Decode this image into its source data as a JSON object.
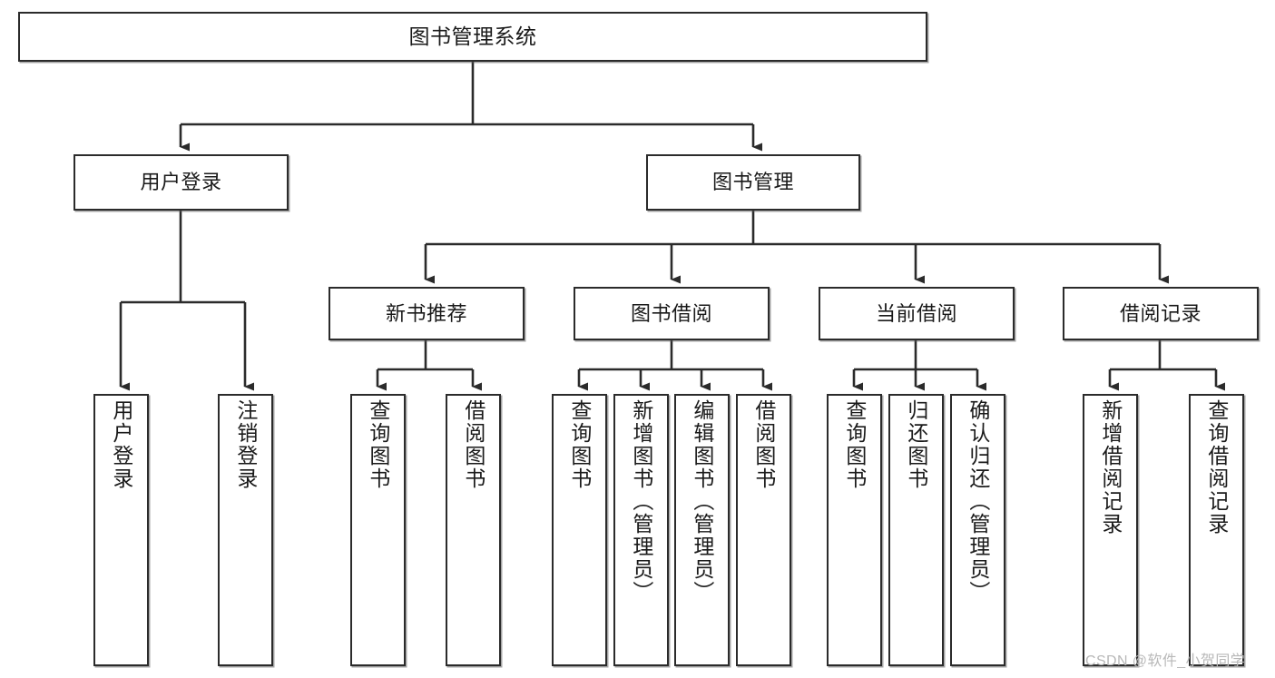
{
  "diagram": {
    "title": "图书管理系统",
    "type": "hierarchy-tree",
    "watermark": "CSDN @软件_小贺同学",
    "colors": {
      "background": "#ffffff",
      "node_border": "#2b2b2b",
      "node_fill": "#ffffff",
      "edge": "#2b2b2b",
      "text": "#1a1a1a",
      "watermark": "#b8b8b8"
    },
    "levels": {
      "root": [
        "图书管理系统"
      ],
      "level2": [
        "用户登录",
        "图书管理"
      ],
      "level3": [
        "新书推荐",
        "图书借阅",
        "当前借阅",
        "借阅记录"
      ],
      "leaves": [
        "用户登录",
        "注销登录",
        "查询图书",
        "借阅图书",
        "查询图书",
        "新增图书（管理员）",
        "编辑图书（管理员）",
        "借阅图书",
        "查询图书",
        "归还图书",
        "确认归还（管理员）",
        "新增借阅记录",
        "查询借阅记录"
      ]
    },
    "nodes": {
      "root": {
        "label": "图书管理系统"
      },
      "user_login": {
        "label": "用户登录"
      },
      "book_manage": {
        "label": "图书管理"
      },
      "new_book_rec": {
        "label": "新书推荐"
      },
      "book_borrow": {
        "label": "图书借阅"
      },
      "current_borrow": {
        "label": "当前借阅"
      },
      "borrow_record": {
        "label": "借阅记录"
      },
      "leaf_user_login": {
        "label": "用户登录"
      },
      "leaf_logout": {
        "label": "注销登录"
      },
      "leaf_rec_query": {
        "label": "查询图书"
      },
      "leaf_rec_borrow": {
        "label": "借阅图书"
      },
      "leaf_borrow_query": {
        "label": "查询图书"
      },
      "leaf_borrow_add": {
        "label": "新增图书（管理员）"
      },
      "leaf_borrow_edit": {
        "label": "编辑图书（管理员）"
      },
      "leaf_borrow_lend": {
        "label": "借阅图书"
      },
      "leaf_cur_query": {
        "label": "查询图书"
      },
      "leaf_cur_return": {
        "label": "归还图书"
      },
      "leaf_cur_confirm": {
        "label": "确认归还（管理员）"
      },
      "leaf_rec_add": {
        "label": "新增借阅记录"
      },
      "leaf_rec_search": {
        "label": "查询借阅记录"
      }
    }
  }
}
